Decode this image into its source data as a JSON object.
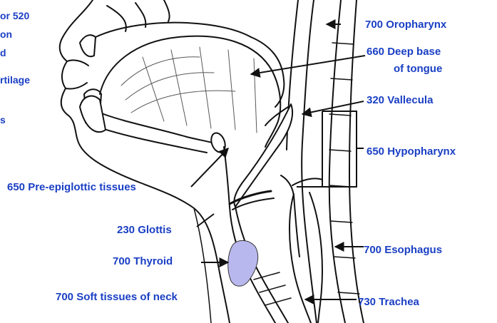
{
  "cut_off_left": [
    "or 520",
    "on",
    "d",
    "rtilage",
    "s"
  ],
  "labels": {
    "oropharynx": "700 Oropharynx",
    "deep_base_line1": "660 Deep base",
    "deep_base_line2": "of tongue",
    "vallecula": "320 Vallecula",
    "hypopharynx": "650 Hypopharynx",
    "pre_epiglottic": "650 Pre-epiglottic tissues",
    "glottis": "230 Glottis",
    "thyroid": "700 Thyroid",
    "esophagus": "700 Esophagus",
    "soft_tissues": "700 Soft tissues of neck",
    "trachea": "730 Trachea"
  },
  "colors": {
    "label": "#1a3fc4",
    "thyroid_fill": "#b9b8ee",
    "ink": "#111111"
  }
}
